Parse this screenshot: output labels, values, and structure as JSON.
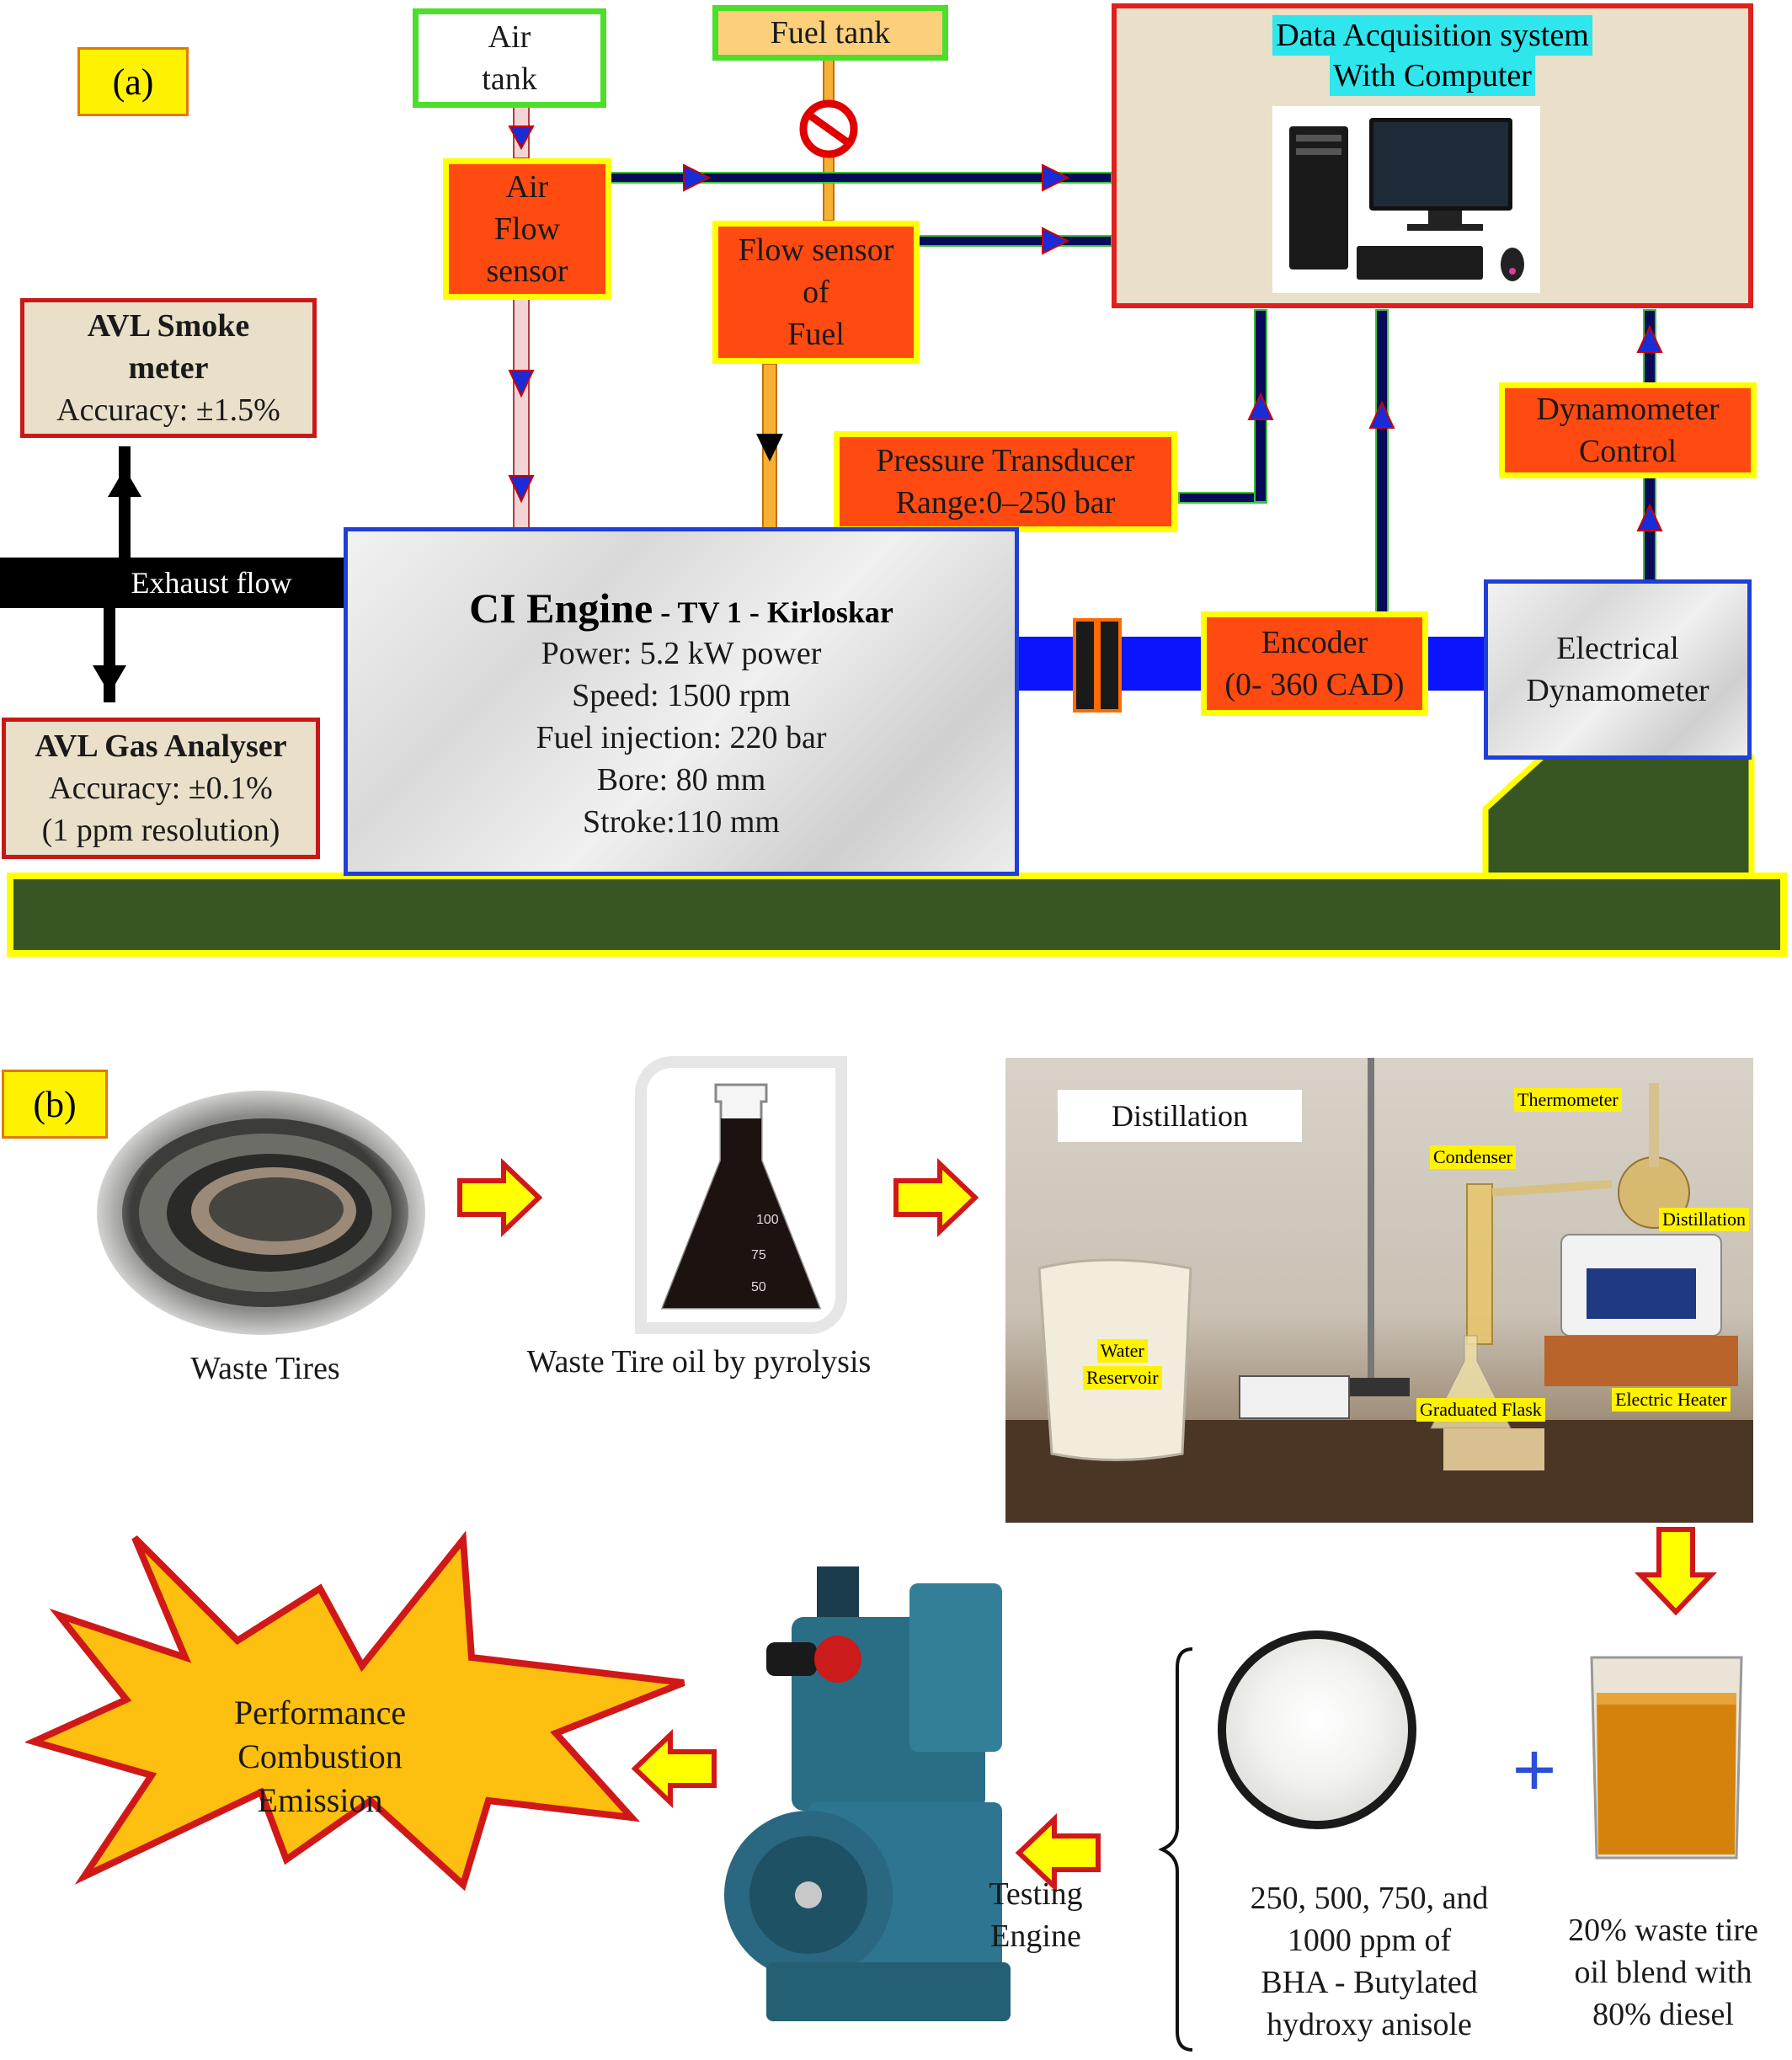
{
  "panel_a": {
    "label": "(a)",
    "air_tank": [
      "Air",
      "tank"
    ],
    "fuel_tank": "Fuel tank",
    "daq": {
      "line1": "Data  Acquisition system",
      "line2": "With Computer"
    },
    "air_flow_sensor": [
      "Air",
      "Flow",
      "sensor"
    ],
    "fuel_flow_sensor": [
      "Flow sensor",
      "of",
      "Fuel"
    ],
    "smoke_meter": {
      "title1": "AVL Smoke",
      "title2": "meter",
      "accuracy": "Accuracy: ±1.5%"
    },
    "pressure_transducer": {
      "line1": "Pressure Transducer",
      "line2": "Range:0–250 bar"
    },
    "dynamometer_control": [
      "Dynamometer",
      "Control"
    ],
    "exhaust_flow": "Exhaust flow",
    "engine": {
      "title_main": "CI Engine",
      "title_sub": " - TV 1 - Kirloskar",
      "specs": [
        "Power: 5.2 kW power",
        "Speed: 1500 rpm",
        "Fuel injection: 220 bar",
        "Bore: 80 mm",
        "Stroke:110 mm"
      ]
    },
    "encoder": [
      "Encoder",
      "(0- 360 CAD)"
    ],
    "electrical_dynamometer": [
      "Electrical",
      "Dynamometer"
    ],
    "gas_analyser": {
      "title": "AVL Gas Analyser",
      "accuracy": "Accuracy: ±0.1%",
      "resolution": "(1 ppm resolution)"
    },
    "colors": {
      "orange_box": "#ff4a12",
      "yellow_border": "#ffff00",
      "red_border": "#e0201c",
      "green_border": "#4cde2b",
      "blue_line": "#0000ff",
      "base_green": "#375623"
    }
  },
  "panel_b": {
    "label": "(b)",
    "waste_tires": "Waste  Tires",
    "waste_tire_oil": "Waste Tire oil by pyrolysis",
    "flask_marks": [
      "100",
      "75",
      "50"
    ],
    "distillation_photo": {
      "title": "Distillation",
      "labels": {
        "thermometer": "Thermometer",
        "condenser": "Condenser",
        "distillation": "Distillation",
        "water_reservoir": [
          "Water",
          "Reservoir"
        ],
        "graduated_flask": "Graduated Flask",
        "electric_heater": "Electric Heater"
      }
    },
    "outcome_burst": [
      "Performance",
      "Combustion",
      "Emission"
    ],
    "testing_engine": [
      "Testing",
      "Engine"
    ],
    "bha": [
      "250, 500, 750, and",
      "1000 ppm of",
      "BHA - Butylated",
      "hydroxy anisole"
    ],
    "plus": "+",
    "blend": [
      "20% waste tire",
      "oil blend with",
      "80% diesel"
    ]
  }
}
